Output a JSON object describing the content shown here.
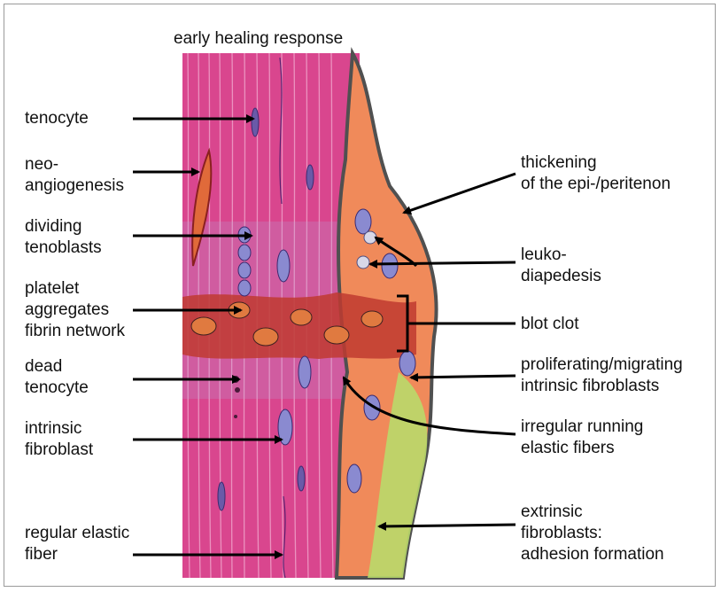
{
  "title": "early healing response",
  "labels_left": {
    "tenocyte": "tenocyte",
    "neoangiogenesis": "neo-\nangiogenesis",
    "dividing_tenoblasts": "dividing\ntenoblasts",
    "platelet": "platelet\naggregates\nfibrin network",
    "dead_tenocyte": "dead\ntenocyte",
    "intrinsic_fibroblast": "intrinsic\nfibroblast",
    "regular_elastic_fiber": "regular elastic\nfiber"
  },
  "labels_right": {
    "thickening": "thickening\nof the epi-/peritenon",
    "leukodiapedesis": "leuko-\ndiapedesis",
    "blot_clot": "blot clot",
    "proliferating": "proliferating/migrating\nintrinsic fibroblasts",
    "irregular_elastic": "irregular running\nelastic fibers",
    "extrinsic": "extrinsic\nfibroblasts:\nadhesion formation"
  },
  "colors": {
    "tendon_pink": "#d9468e",
    "fiber_light": "#efa0c8",
    "cell_purple": "#6a5aa8",
    "vessel_orange": "#e06a3a",
    "clot_red": "#c03a30",
    "outline": "#555555",
    "extrinsic_green": "#b9d96a"
  }
}
